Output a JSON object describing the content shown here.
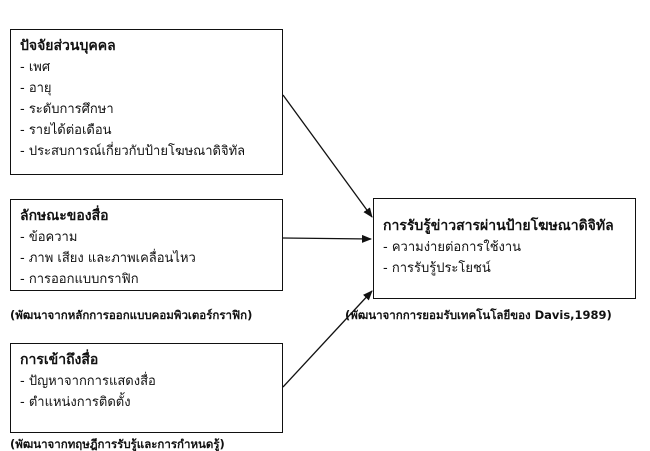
{
  "boxes": {
    "personal": {
      "title": "ปัจจัยส่วนบุคคล",
      "items": [
        "- เพศ",
        "- อายุ",
        "- ระดับการศึกษา",
        "- รายได้ต่อเดือน",
        "- ประสบการณ์เกี่ยวกับป้ายโฆษณาดิจิทัล"
      ]
    },
    "media": {
      "title": "ลักษณะของสื่อ",
      "items": [
        "- ข้อความ",
        "- ภาพ เสียง และภาพเคลื่อนไหว",
        "- การออกแบบกราฟิก"
      ]
    },
    "access": {
      "title": "การเข้าถึงสื่อ",
      "items": [
        "- ปัญหาจากการแสดงสื่อ",
        "- ตำแหน่งการติดตั้ง"
      ]
    },
    "outcome": {
      "title": "การรับรู้ข่าวสารผ่านป้ายโฆษณาดิจิทัล",
      "items": [
        "- ความง่ายต่อการใช้งาน",
        "- การรับรู้ประโยชน์"
      ]
    }
  },
  "captions": {
    "media": "(พัฒนาจากหลักการออกแบบคอมพิวเตอร์กราฟิก)",
    "outcome": "(พัฒนาจากการยอมรับเทคโนโลยีของ Davis,1989)",
    "access": "(พัฒนาจากทฤษฎีการรับรู้และการกำหนดรู้)"
  },
  "colors": {
    "line": "#111111",
    "background": "#ffffff"
  }
}
